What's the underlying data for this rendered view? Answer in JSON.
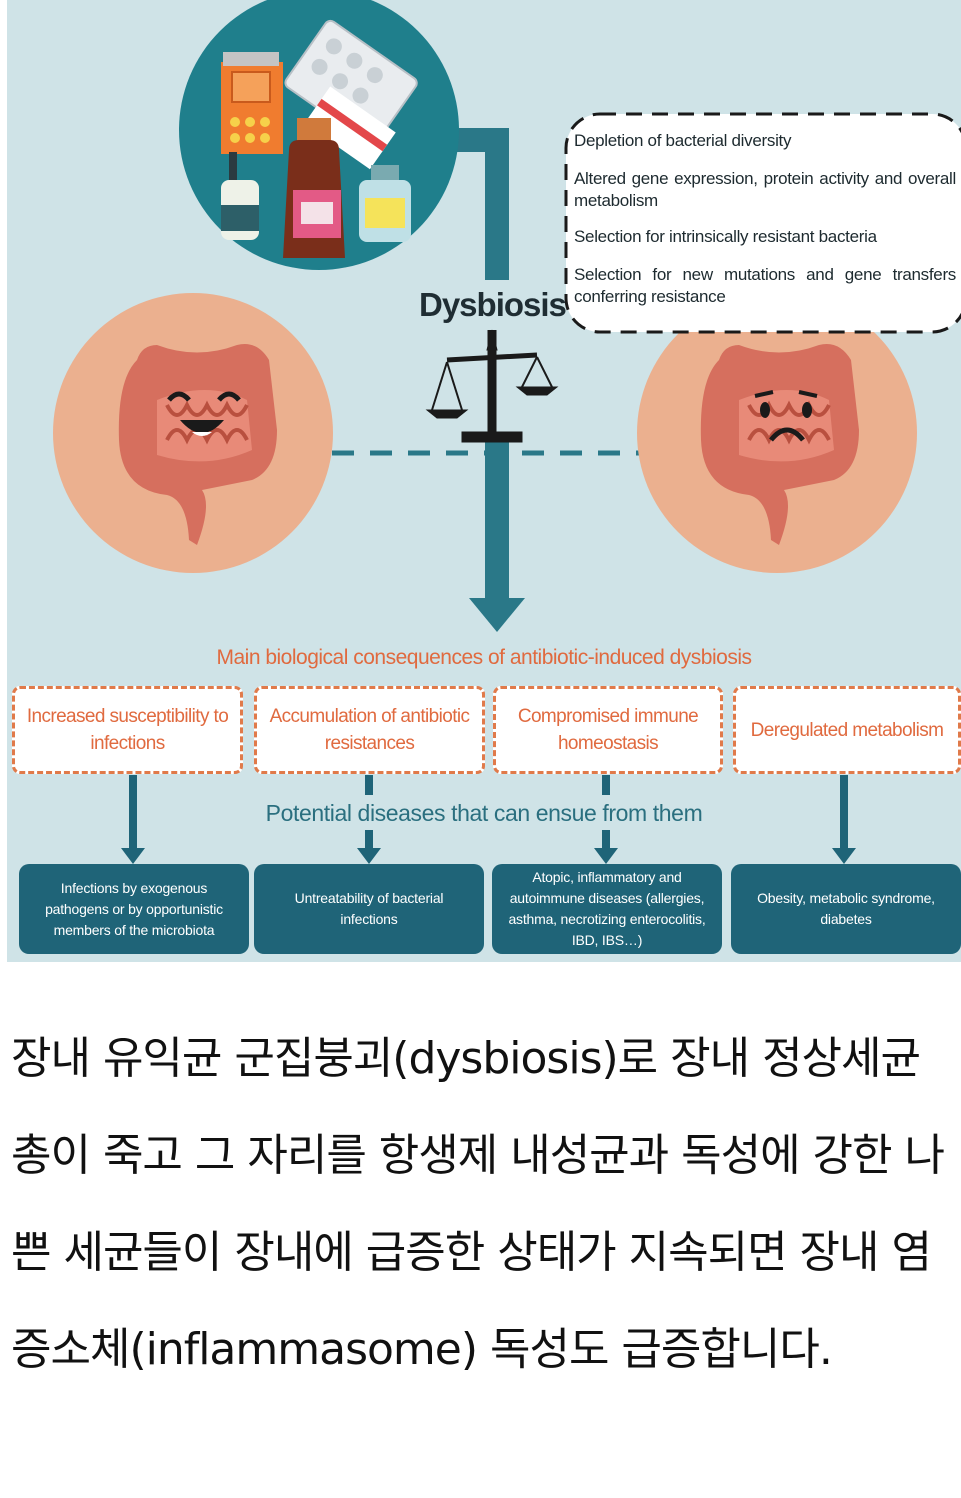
{
  "diagram": {
    "dysbiosis_label": "Dysbiosis",
    "effects": [
      "Depletion of bacterial diversity",
      "Altered gene expression, protein activity and overall metabolism",
      "Selection for intrinsically resistant bacteria",
      "Selection for new mutations and gene transfers conferring resistance"
    ],
    "consequences_title": "Main biological consequences of antibiotic-induced dysbiosis",
    "consequences": [
      "Increased susceptibility to infections",
      "Accumulation of antibiotic resistances",
      "Compromised immune homeostasis",
      "Deregulated metabolism"
    ],
    "diseases_title": "Potential diseases that can ensue from them",
    "diseases": [
      "Infections by exogenous pathogens or by opportunistic members of the microbiota",
      "Untreatability of bacterial infections",
      "Atopic, inflammatory and autoimmune diseases (allergies, asthma, necrotizing enterocolitis, IBD, IBS…)",
      "Obesity, metabolic syndrome, diabetes"
    ],
    "icons": [
      "medicine-circle",
      "balance-scale",
      "happy-intestine",
      "sad-intestine"
    ],
    "colors": {
      "background": "#cfe3e7",
      "teal": "#1f6478",
      "orange": "#e06a3f",
      "peach": "#ebb08f",
      "intestine": "#d66f5e"
    }
  },
  "caption": {
    "text": "장내 유익균 군집붕괴(dysbiosis)로 장내 정상세균총이 죽고 그 자리를 항생제 내성균과 독성에 강한 나쁜 세균들이 장내에 급증한 상태가 지속되면 장내 염증소체(inflammasome) 독성도 급증합니다."
  }
}
